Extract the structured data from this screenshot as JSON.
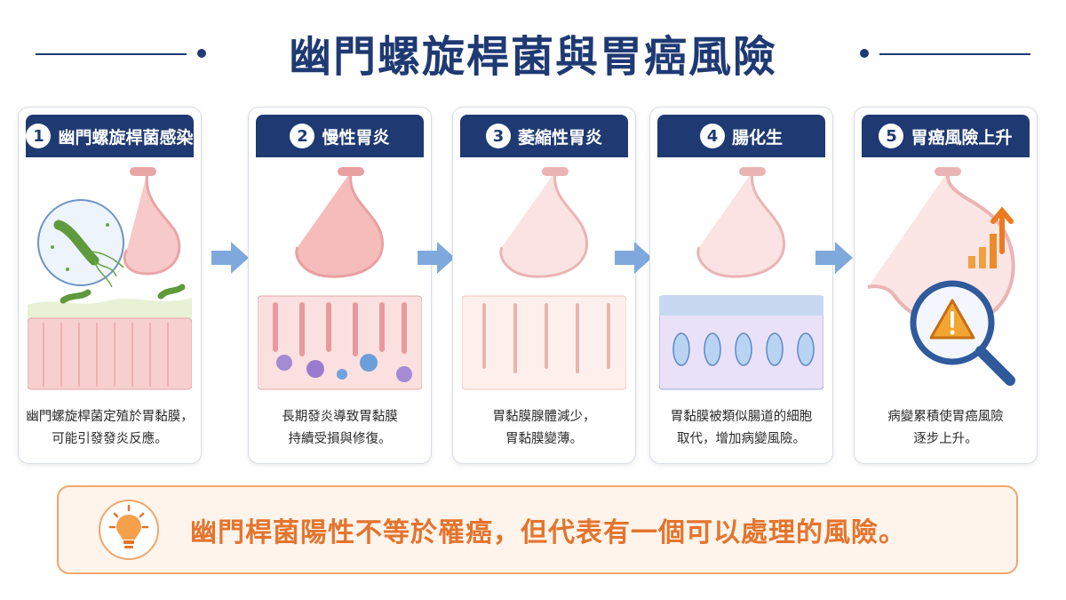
{
  "title": "幽門螺旋桿菌與胃癌風險",
  "steps": [
    {
      "num": "1",
      "label": "幽門螺旋桿菌感染",
      "desc1": "幽門螺旋桿菌定殖於胃黏膜，",
      "desc2": "可能引發發炎反應。"
    },
    {
      "num": "2",
      "label": "慢性胃炎",
      "desc1": "長期發炎導致胃黏膜",
      "desc2": "持續受損與修復。"
    },
    {
      "num": "3",
      "label": "萎縮性胃炎",
      "desc1": "胃黏膜腺體減少，",
      "desc2": "胃黏膜變薄。"
    },
    {
      "num": "4",
      "label": "腸化生",
      "desc1": "胃黏膜被類似腸道的細胞",
      "desc2": "取代，增加病變風險。"
    },
    {
      "num": "5",
      "label": "胃癌風險上升",
      "desc1": "病變累積使胃癌風險",
      "desc2": "逐步上升。"
    }
  ],
  "banner": {
    "text": "幽門桿菌陽性不等於罹癌，但代表有一個可以處理的風險。",
    "icon": "lightbulb-icon"
  },
  "colors": {
    "navy": "#1f3a73",
    "orange": "#e4742d",
    "arrow": "#7fa9dc"
  }
}
